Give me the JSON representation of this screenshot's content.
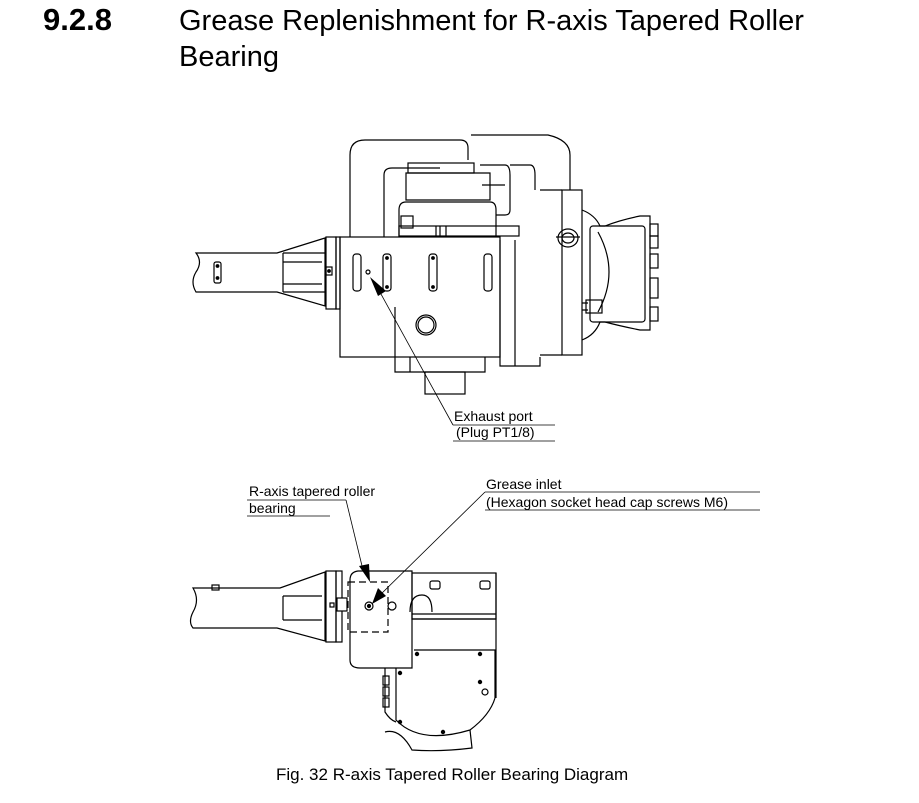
{
  "section": {
    "number": "9.2.8",
    "title": "Grease Replenishment for R-axis Tapered Roller Bearing"
  },
  "figure": {
    "top_view": {
      "callout_label_1": "Exhaust port",
      "callout_label_2": "(Plug PT1/8)"
    },
    "bottom_view": {
      "bearing_label_1": "R-axis tapered roller",
      "bearing_label_2": "bearing",
      "inlet_label_1": "Grease inlet",
      "inlet_label_2": "(Hexagon socket head cap screws M6)"
    },
    "caption": "Fig. 32  R-axis Tapered Roller Bearing Diagram"
  }
}
